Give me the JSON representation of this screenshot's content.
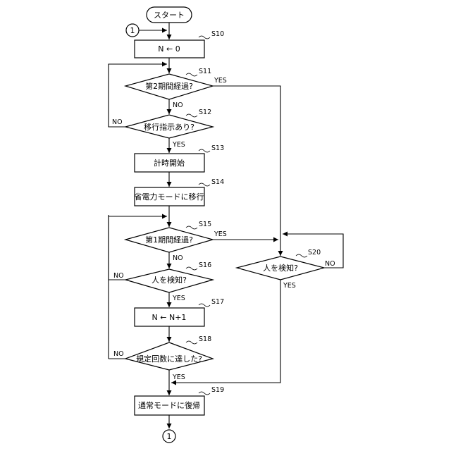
{
  "diagram": {
    "start": "スタート",
    "connector": "1",
    "steps": {
      "s10": {
        "id": "S10",
        "text": "N ← 0"
      },
      "s11": {
        "id": "S11",
        "text": "第2期間経過?"
      },
      "s12": {
        "id": "S12",
        "text": "移行指示あり?"
      },
      "s13": {
        "id": "S13",
        "text": "計時開始"
      },
      "s14": {
        "id": "S14",
        "text": "省電力モードに移行"
      },
      "s15": {
        "id": "S15",
        "text": "第1期間経過?"
      },
      "s16": {
        "id": "S16",
        "text": "人を検知?"
      },
      "s17": {
        "id": "S17",
        "text": "N ← N+1"
      },
      "s18": {
        "id": "S18",
        "text": "規定回数に達した?"
      },
      "s19": {
        "id": "S19",
        "text": "通常モードに復帰"
      },
      "s20": {
        "id": "S20",
        "text": "人を検知?"
      }
    },
    "edges": {
      "s11_yes": "YES",
      "s11_no": "NO",
      "s12_yes": "YES",
      "s12_no": "NO",
      "s15_yes": "YES",
      "s15_no": "NO",
      "s16_yes": "YES",
      "s16_no": "NO",
      "s18_yes": "YES",
      "s18_no": "NO",
      "s20_yes": "YES",
      "s20_no": "NO"
    }
  }
}
